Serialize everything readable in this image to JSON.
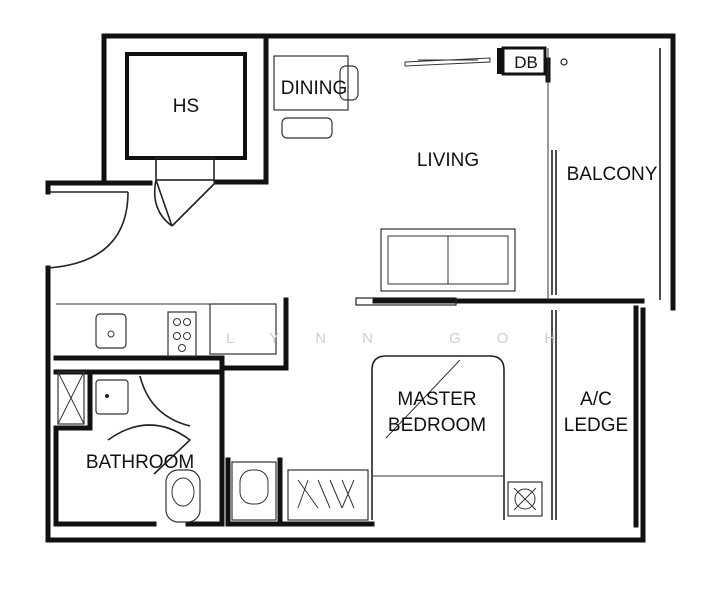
{
  "rooms": {
    "hs": "HS",
    "dining": "DINING",
    "db": "DB",
    "living": "LIVING",
    "balcony": "BALCONY",
    "master_bedroom_line1": "MASTER",
    "master_bedroom_line2": "BEDROOM",
    "ac_ledge_line1": "A/C",
    "ac_ledge_line2": "LEDGE",
    "bathroom": "BATHROOM"
  },
  "watermark": "LYNN GOH",
  "colors": {
    "wall": "#111111",
    "background": "#ffffff",
    "watermark": "#cfcfcf"
  }
}
